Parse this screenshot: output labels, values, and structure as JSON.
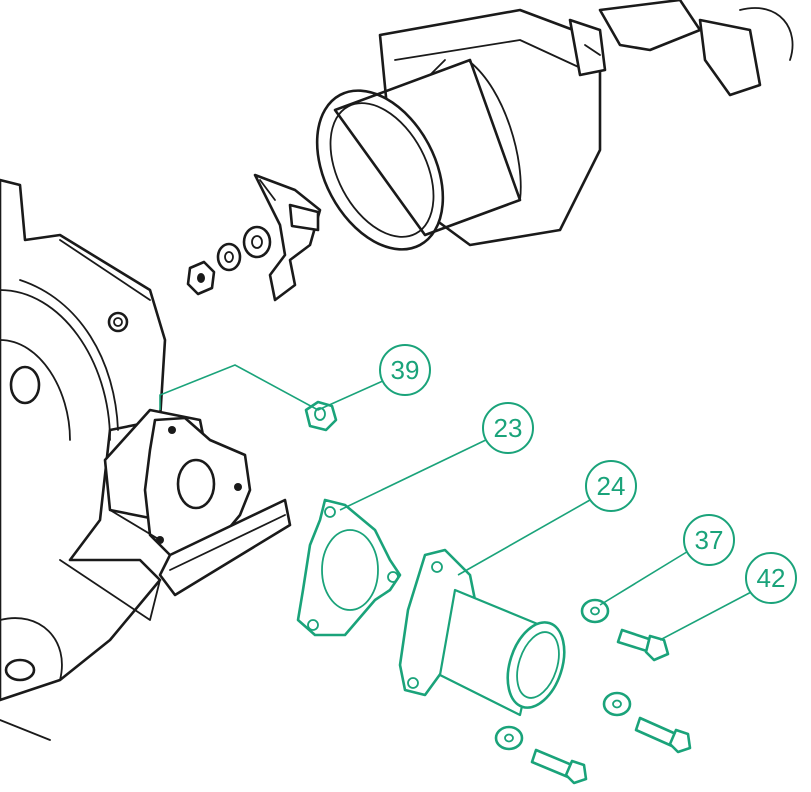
{
  "colors": {
    "accent": "#1aa37a",
    "line": "#1a1a1a",
    "background": "#ffffff"
  },
  "callouts": [
    {
      "id": "39",
      "label": "39"
    },
    {
      "id": "23",
      "label": "23"
    },
    {
      "id": "24",
      "label": "24"
    },
    {
      "id": "37",
      "label": "37"
    },
    {
      "id": "42",
      "label": "42"
    }
  ]
}
